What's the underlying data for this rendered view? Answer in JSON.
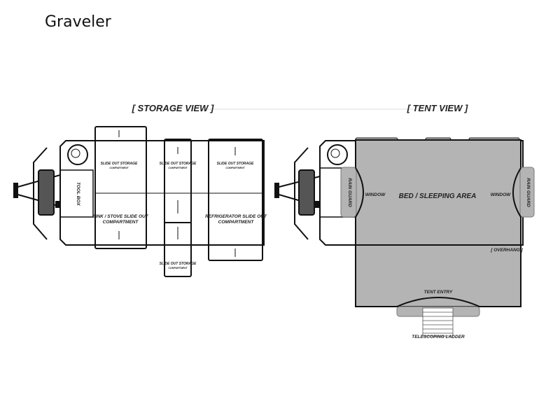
{
  "title": "Graveler",
  "storage_view": {
    "heading": "[ STORAGE VIEW ]",
    "slide_out_storage": "SLIDE OUT STORAGE",
    "compartment": "COMPARTMENT",
    "tool_box": "TOOL BOX",
    "sink_stove_1": "SINK / STOVE SLIDE OUT",
    "sink_stove_2": "COMPARTMENT",
    "fridge_1": "REFRIGERATOR SLIDE OUT",
    "fridge_2": "COMPARTMENT"
  },
  "tent_view": {
    "heading": "[ TENT VIEW ]",
    "bed": "BED / SLEEPING AREA",
    "window": "WINDOW",
    "rain_guard": "RAIN GUARD",
    "overhang": "[ OVERHANG ]",
    "tent_entry": "TENT ENTRY",
    "ladder": "TELESCOPING LADDER"
  },
  "colors": {
    "tent_fill": "#b4b4b4",
    "tire": "#555555",
    "line": "#111111"
  }
}
